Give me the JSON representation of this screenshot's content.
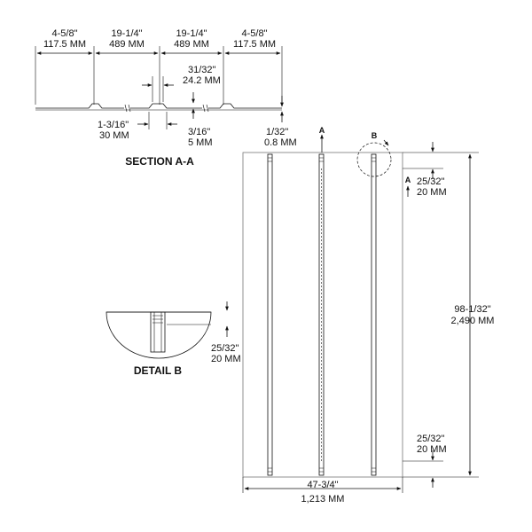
{
  "section_aa": {
    "title": "SECTION A-A",
    "dim_flat_left": {
      "in": "4-5/8\"",
      "mm": "117.5 MM"
    },
    "dim_span_1": {
      "in": "19-1/4\"",
      "mm": "489 MM"
    },
    "dim_span_2": {
      "in": "19-1/4\"",
      "mm": "489 MM"
    },
    "dim_flat_right": {
      "in": "4-5/8\"",
      "mm": "117.5 MM"
    },
    "dim_rib_top": {
      "in": "31/32\"",
      "mm": "24.2 MM"
    },
    "dim_rib_base": {
      "in": "1-3/16\"",
      "mm": "30 MM"
    },
    "dim_rib_height": {
      "in": "3/16\"",
      "mm": "5 MM"
    },
    "dim_thickness": {
      "in": "1/32\"",
      "mm": "0.8 MM"
    }
  },
  "detail_b": {
    "title": "DETAIL B",
    "dim_depth": {
      "in": "25/32\"",
      "mm": "20 MM"
    }
  },
  "panel": {
    "section_marker": "A",
    "detail_marker": "B",
    "dim_top_offset": {
      "in": "25/32\"",
      "mm": "20 MM"
    },
    "dim_bottom_offset": {
      "in": "25/32\"",
      "mm": "20 MM"
    },
    "dim_height": {
      "in": "98-1/32\"",
      "mm": "2,490 MM"
    },
    "dim_width": {
      "in": "47-3/4\"",
      "mm": "1,213 MM"
    }
  }
}
